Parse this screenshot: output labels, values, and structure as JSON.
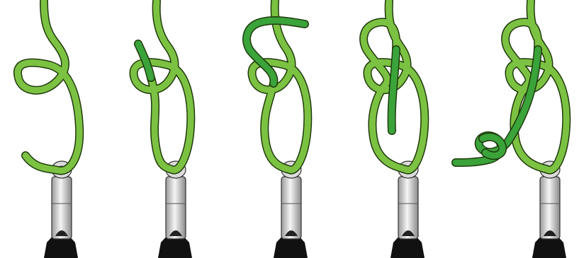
{
  "diagram": {
    "type": "knot-tying-sequence",
    "step_count": 5,
    "colors": {
      "standing_rope": "#7cc242",
      "working_end": "#3aa33a",
      "rope_outline": "#1f3a0c",
      "ring_metal_light": "#f2f2f2",
      "ring_metal_dark": "#8e8e8e",
      "base": "#111111"
    },
    "steps": [
      {
        "index": 1,
        "icon": "rope-loop-icon"
      },
      {
        "index": 2,
        "icon": "rope-through-loop-icon"
      },
      {
        "index": 3,
        "icon": "rope-wrap-icon"
      },
      {
        "index": 4,
        "icon": "rope-tuck-icon"
      },
      {
        "index": 5,
        "icon": "rope-finished-knot-icon"
      }
    ]
  }
}
